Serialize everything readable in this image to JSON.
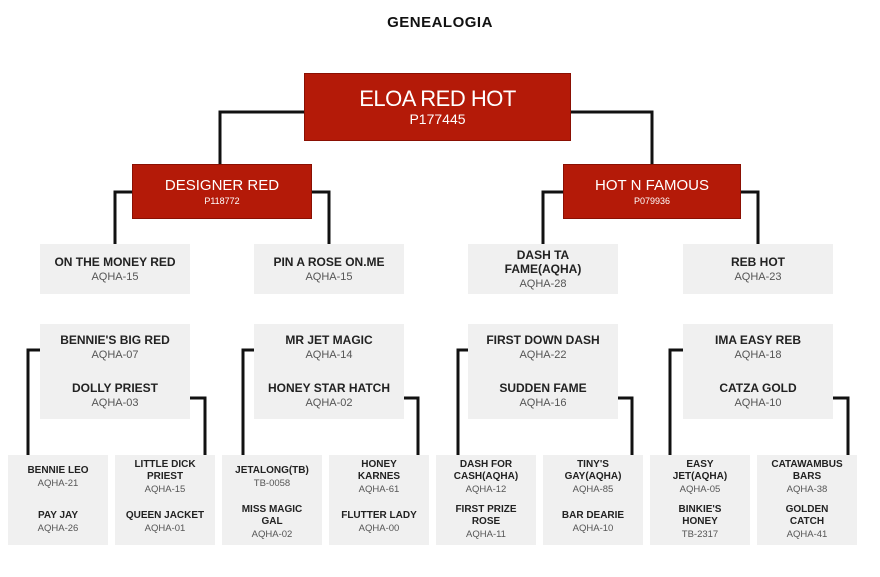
{
  "title": "GENEALOGIA",
  "root": {
    "name": "ELOA RED HOT",
    "code": "P177445"
  },
  "sire": {
    "name": "DESIGNER RED",
    "code": "P118772"
  },
  "dam": {
    "name": "HOT N FAMOUS",
    "code": "P079936"
  },
  "gen2": [
    {
      "name": "ON THE MONEY RED",
      "code": "AQHA-15"
    },
    {
      "name": "PIN A ROSE ON.ME",
      "code": "AQHA-15"
    },
    {
      "name": "DASH TA FAME(AQHA)",
      "code": "AQHA-28"
    },
    {
      "name": "REB HOT",
      "code": "AQHA-23"
    }
  ],
  "gen3": [
    {
      "top": {
        "name": "BENNIE'S BIG RED",
        "code": "AQHA-07"
      },
      "bottom": {
        "name": "DOLLY PRIEST",
        "code": "AQHA-03"
      }
    },
    {
      "top": {
        "name": "MR JET MAGIC",
        "code": "AQHA-14"
      },
      "bottom": {
        "name": "HONEY STAR HATCH",
        "code": "AQHA-02"
      }
    },
    {
      "top": {
        "name": "FIRST DOWN DASH",
        "code": "AQHA-22"
      },
      "bottom": {
        "name": "SUDDEN FAME",
        "code": "AQHA-16"
      }
    },
    {
      "top": {
        "name": "IMA EASY REB",
        "code": "AQHA-18"
      },
      "bottom": {
        "name": "CATZA GOLD",
        "code": "AQHA-10"
      }
    }
  ],
  "gen4": [
    {
      "top": {
        "name": "BENNIE LEO",
        "code": "AQHA-21"
      },
      "bottom": {
        "name": "PAY JAY",
        "code": "AQHA-26"
      }
    },
    {
      "top": {
        "name": "LITTLE DICK PRIEST",
        "code": "AQHA-15"
      },
      "bottom": {
        "name": "QUEEN JACKET",
        "code": "AQHA-01"
      }
    },
    {
      "top": {
        "name": "JETALONG(TB)",
        "code": "TB-0058"
      },
      "bottom": {
        "name": "MISS MAGIC GAL",
        "code": "AQHA-02"
      }
    },
    {
      "top": {
        "name": "HONEY KARNES",
        "code": "AQHA-61"
      },
      "bottom": {
        "name": "FLUTTER LADY",
        "code": "AQHA-00"
      }
    },
    {
      "top": {
        "name": "DASH FOR CASH(AQHA)",
        "code": "AQHA-12"
      },
      "bottom": {
        "name": "FIRST PRIZE ROSE",
        "code": "AQHA-11"
      }
    },
    {
      "top": {
        "name": "TINY'S GAY(AQHA)",
        "code": "AQHA-85"
      },
      "bottom": {
        "name": "BAR DEARIE",
        "code": "AQHA-10"
      }
    },
    {
      "top": {
        "name": "EASY JET(AQHA)",
        "code": "AQHA-05"
      },
      "bottom": {
        "name": "BINKIE'S HONEY",
        "code": "TB-2317"
      }
    },
    {
      "top": {
        "name": "CATAWAMBUS BARS",
        "code": "AQHA-38"
      },
      "bottom": {
        "name": "GOLDEN CATCH",
        "code": "AQHA-41"
      }
    }
  ],
  "colors": {
    "red": "#b41a08",
    "box": "#f0f0f0",
    "line": "#111111"
  }
}
